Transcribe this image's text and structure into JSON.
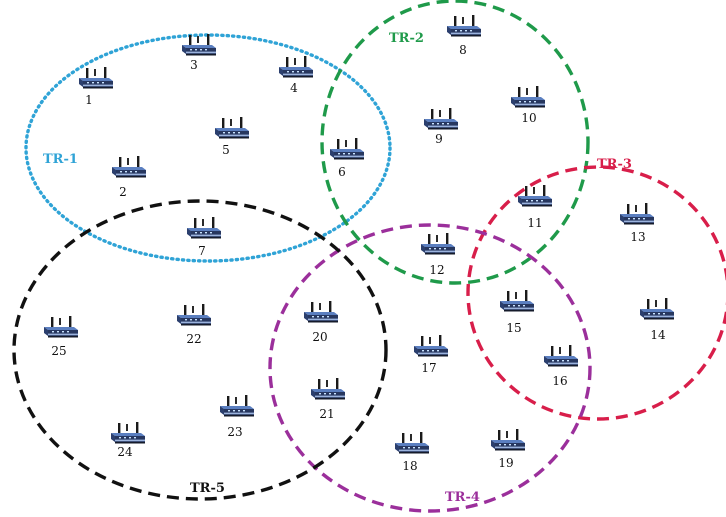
{
  "regions": [
    {
      "label": "TR-1",
      "color": "#2fa3d6",
      "style": "dotted"
    },
    {
      "label": "TR-2",
      "color": "#1f9a4a",
      "style": "dashed"
    },
    {
      "label": "TR-3",
      "color": "#d81e4a",
      "style": "dashed"
    },
    {
      "label": "TR-4",
      "color": "#9b2f9b",
      "style": "dashed"
    },
    {
      "label": "TR-5",
      "color": "#111111",
      "style": "dashed"
    }
  ],
  "routers": [
    "1",
    "2",
    "3",
    "4",
    "5",
    "6",
    "7",
    "8",
    "9",
    "10",
    "11",
    "12",
    "13",
    "14",
    "15",
    "16",
    "17",
    "18",
    "19",
    "20",
    "21",
    "22",
    "23",
    "24",
    "25"
  ],
  "icon": "wireless-router-icon"
}
